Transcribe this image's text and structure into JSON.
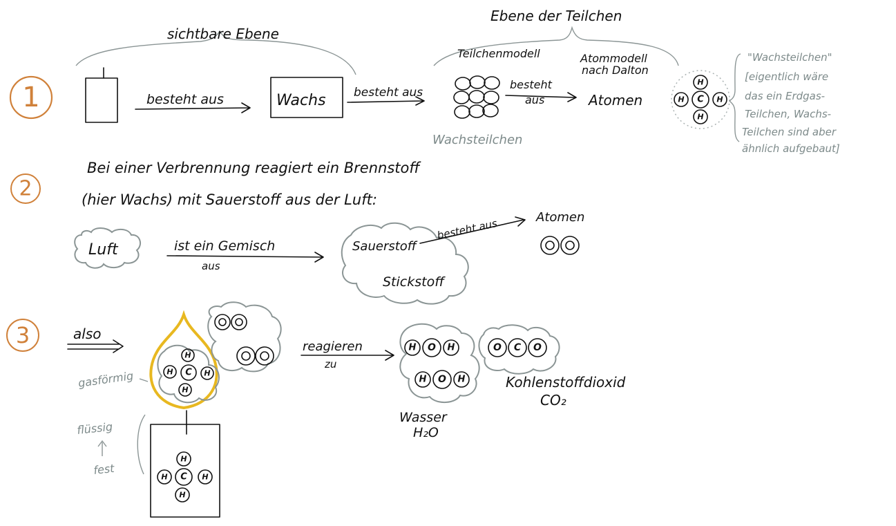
{
  "colors": {
    "ink": "#111111",
    "note_grey": "#7d8a8a",
    "cloud_grey": "#8b9595",
    "step_number": "#d0813a",
    "flame": "#e8b820"
  },
  "steps": [
    "1",
    "2",
    "3"
  ],
  "row1": {
    "visible_level": "sichtbare Ebene",
    "particle_level": "Ebene der Teilchen",
    "arrow1": "besteht aus",
    "wax": "Wachs",
    "arrow2": "besteht aus",
    "particle_model": "Teilchenmodell",
    "atom_model_1": "Atommodell",
    "atom_model_2": "nach Dalton",
    "arrow3_a": "besteht",
    "arrow3_b": "aus",
    "atoms": "Atomen",
    "wax_particles": "Wachsteilchen",
    "note": [
      "\"Wachsteilchen\"",
      "[eigentlich wäre",
      "das ein Erdgas-",
      "Teilchen, Wachs-",
      "Teilchen sind aber",
      "ähnlich aufgebaut]"
    ]
  },
  "row2": {
    "sentence_1": "Bei einer Verbrennung reagiert ein Brennstoff",
    "sentence_2": "(hier Wachs) mit Sauerstoff aus der Luft:",
    "air": "Luft",
    "arrow1_a": "ist ein Gemisch",
    "arrow1_b": "aus",
    "oxygen": "Sauerstoff",
    "nitrogen": "Stickstoff",
    "arrow2": "besteht aus",
    "atoms": "Atomen"
  },
  "row3": {
    "so": "also",
    "gaseous": "gasförmig",
    "liquid": "flüssig",
    "solid": "fest",
    "react_a": "reagieren",
    "react_b": "zu",
    "water": "Wasser",
    "water_formula": "H₂O",
    "co2_name": "Kohlenstoffdioxid",
    "co2_formula": "CO₂"
  },
  "atoms": {
    "H": "H",
    "C": "C",
    "O": "O"
  }
}
